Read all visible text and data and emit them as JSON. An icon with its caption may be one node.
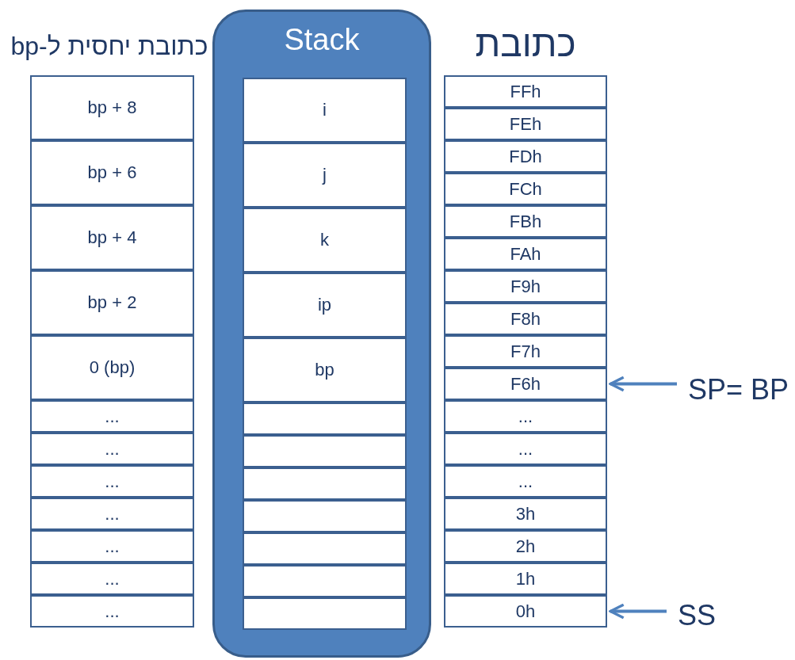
{
  "diagram": {
    "nodes": [
      {
        "text": [
          "bp + 8"
        ]
      },
      {
        "text": [
          "bp + 6"
        ]
      },
      {
        "text": [
          "bp + 4"
        ]
      },
      {
        "text": [
          "bp + 2"
        ]
      },
      {
        "text": [
          "0 (bp)"
        ]
      },
      {
        "text": [
          "..."
        ]
      },
      {
        "text": [
          "..."
        ]
      },
      {
        "text": [
          "..."
        ]
      },
      {
        "text": [
          "..."
        ]
      },
      {
        "text": [
          "..."
        ]
      },
      {
        "text": [
          "..."
        ]
      },
      {
        "text": [
          "..."
        ]
      },
      {
        "text": [
          "Stack"
        ]
      },
      {
        "text": [
          "i"
        ],
        "in": 12
      },
      {
        "text": [
          "j"
        ],
        "in": 12
      },
      {
        "text": [
          "k"
        ],
        "in": 12
      },
      {
        "text": [
          "ip"
        ],
        "in": 12
      },
      {
        "text": [
          "bp"
        ],
        "in": 12
      },
      {
        "text": [],
        "shape": "box",
        "in": 12
      },
      {
        "text": [],
        "shape": "box",
        "in": 12
      },
      {
        "text": [],
        "shape": "box",
        "in": 12
      },
      {
        "text": [],
        "shape": "box",
        "in": 12
      },
      {
        "text": [],
        "shape": "box",
        "in": 12
      },
      {
        "text": [],
        "shape": "box",
        "in": 12
      },
      {
        "text": [],
        "shape": "box",
        "in": 12
      },
      {
        "text": [
          "FFh"
        ]
      },
      {
        "text": [
          "FEh"
        ]
      },
      {
        "text": [
          "FDh"
        ]
      },
      {
        "text": [
          "FCh"
        ]
      },
      {
        "text": [
          "FBh"
        ]
      },
      {
        "text": [
          "FAh"
        ]
      },
      {
        "text": [
          "F9h"
        ]
      },
      {
        "text": [
          "F8h"
        ]
      },
      {
        "text": [
          "F7h"
        ]
      },
      {
        "text": [
          "F6h"
        ]
      },
      {
        "text": [
          "..."
        ]
      },
      {
        "text": [
          "..."
        ]
      },
      {
        "text": [
          "..."
        ]
      },
      {
        "text": [
          "3h"
        ]
      },
      {
        "text": [
          "2h"
        ]
      },
      {
        "text": [
          "1h"
        ]
      },
      {
        "text": [
          "0h"
        ]
      },
      {
        "text": [
          "SP= BP"
        ]
      },
      {
        "text": [
          "SS"
        ]
      }
    ],
    "edges": [
      {
        "from": 42,
        "to": 34,
        "arrow": "to"
      },
      {
        "from": 43,
        "to": 41,
        "arrow": "to"
      }
    ],
    "labels": [
      "כתובת יחסית ל-bp",
      "כתובת"
    ]
  }
}
